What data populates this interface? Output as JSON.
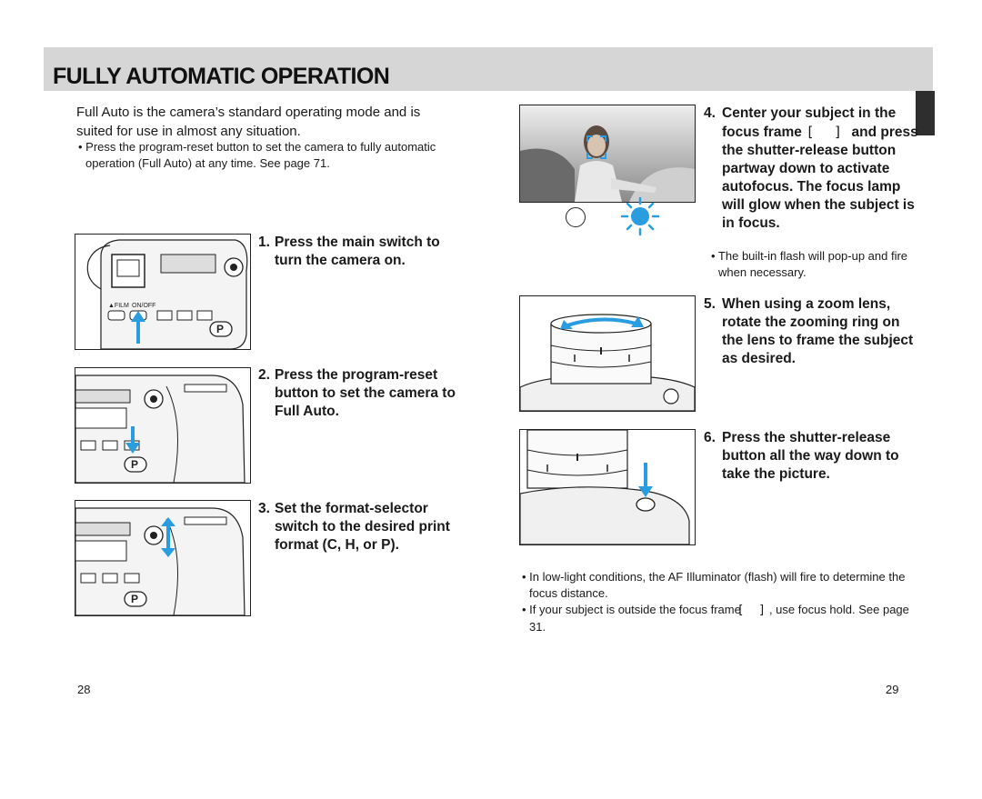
{
  "title": "FULLY AUTOMATIC OPERATION",
  "intro": "Full Auto is the camera’s standard operating mode and is suited for use in almost any situation.",
  "intro_bullet": "• Press the program-reset button to set the camera to fully automatic operation (Full Auto) at any time. See page 71.",
  "steps_left": [
    {
      "num": "1.",
      "text": "Press the main switch to turn the camera on."
    },
    {
      "num": "2.",
      "text": "Press the program-reset button to set the camera to Full Auto."
    },
    {
      "num": "3.",
      "text": "Set the format-selector switch to the desired print format (C, H, or P)."
    }
  ],
  "step4": {
    "num": "4.",
    "text_before": "Center your subject in the focus frame",
    "focus_frame_symbol": "[ ]",
    "text_after": "and press the shutter-release button partway down to activate autofocus. The focus lamp will glow when the subject is in focus."
  },
  "step4_bullet": "• The built-in flash will pop-up and fire when necessary.",
  "step5": {
    "num": "5.",
    "text": "When using a zoom lens, rotate the zooming ring on the lens to frame the subject as desired."
  },
  "step6": {
    "num": "6.",
    "text": "Press the shutter-release button all the way down to take the picture."
  },
  "bottom_bullets": [
    "• In low-light conditions, the AF Illuminator (flash) will fire to determine the focus distance.",
    {
      "before": "• If your subject is outside the focus frame",
      "symbol": "[ ]",
      "after": ", use focus hold. See page 31."
    }
  ],
  "camera_labels": {
    "film": "▲FILM",
    "onoff": "ON/OFF",
    "program": "P"
  },
  "page_left": "28",
  "page_right": "29",
  "colors": {
    "accent": "#2a9ce0",
    "title_bar": "#d6d6d6",
    "side_tab": "#2e2e2e"
  }
}
